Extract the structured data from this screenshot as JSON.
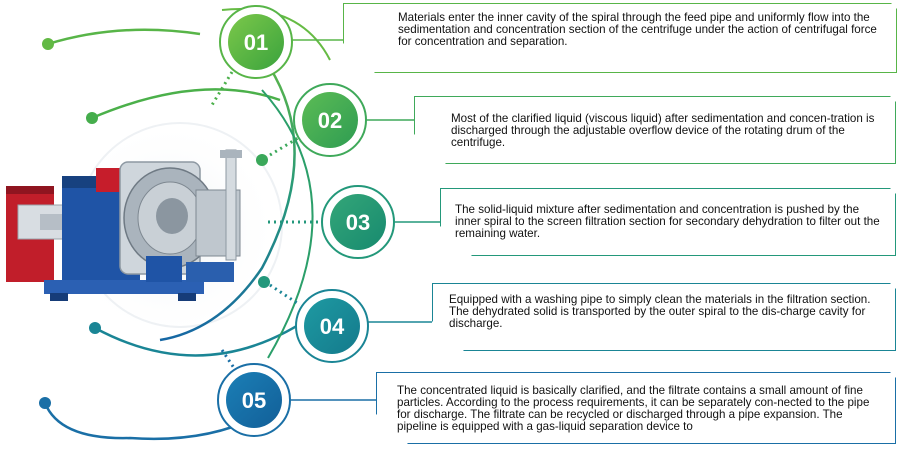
{
  "steps": [
    {
      "number": "01",
      "text": "Materials enter the inner cavity of the spiral through the feed pipe and uniformly flow into the sedimentation and concentration section of the centrifuge under the action of centrifugal force for concentration and separation.",
      "color": "#58b548"
    },
    {
      "number": "02",
      "text": "Most of the clarified liquid (viscous liquid) after sedimentation and concen-tration is discharged through the adjustable overflow device of the rotating drum of the centrifuge.",
      "color": "#3fa95a"
    },
    {
      "number": "03",
      "text": "The solid-liquid mixture after sedimentation and concentration is pushed by the inner spiral to the screen filtration section for secondary dehydration to filter out the remaining water.",
      "color": "#23987a"
    },
    {
      "number": "04",
      "text": "Equipped with a washing pipe to simply clean the materials in the filtration section. The dehydrated solid is transported by the outer spiral to the dis-charge cavity for discharge.",
      "color": "#1a8595"
    },
    {
      "number": "05",
      "text": "The concentrated liquid is basically clarified, and the filtrate contains a small amount of fine particles. According to the process requirements, it can be separately con-nected to the pipe for discharge. The filtrate can be recycled or discharged through a pipe expansion. The pipeline is equipped with a gas-liquid separation device to",
      "color": "#1a6fa6"
    }
  ],
  "image": {
    "icon": "centrifuge-machine-icon"
  }
}
